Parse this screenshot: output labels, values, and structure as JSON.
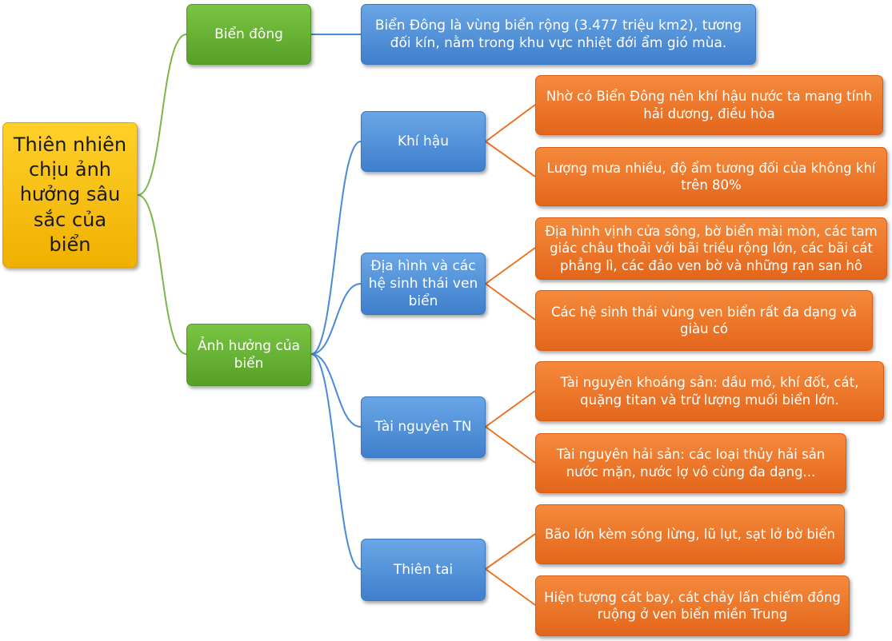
{
  "root": {
    "label": "Thiên nhiên chịu ảnh hưởng sâu sắc của biển"
  },
  "branches": [
    {
      "label": "Biển đông",
      "children": [
        {
          "label": "Biển Đông là vùng biển rộng (3.477 triệu km2), tương đối kín, nằm trong khu vực nhiệt đới ẩm gió mùa."
        }
      ]
    },
    {
      "label": "Ảnh hưởng của biển",
      "children": [
        {
          "label": "Khí hậu",
          "children": [
            {
              "label": "Nhờ có Biển Đông nên khí hậu nước ta mang tính hải dương, điều hòa"
            },
            {
              "label": "Lượng mưa nhiều, độ ẩm tương đối của không khí trên 80%"
            }
          ]
        },
        {
          "label": "Địa hình và các hệ sinh thái ven biển",
          "children": [
            {
              "label": "Địa hình vịnh cửa sông, bờ biển mài mòn, các tam giác châu thoải với bãi triều rộng lớn, các bãi cát phẳng lì, các đảo ven bờ và những rạn san hô"
            },
            {
              "label": "Các hệ sinh thái vùng ven biển rất đa dạng và giàu có"
            }
          ]
        },
        {
          "label": "Tài nguyên TN",
          "children": [
            {
              "label": "Tài nguyên khoáng sản: dầu mỏ, khí đốt, cát, quặng titan và trữ lượng muối biển lớn."
            },
            {
              "label": "Tài nguyên hải sản: các loại thủy hải sản nước mặn, nước lợ vô cùng đa dạng..."
            }
          ]
        },
        {
          "label": "Thiên tai",
          "children": [
            {
              "label": "Bão lớn kèm sóng lừng, lũ lụt, sạt lở bờ biển"
            },
            {
              "label": "Hiện tượng cát bay, cát chảy lấn chiếm đồng ruộng ở ven biển miền Trung"
            }
          ]
        }
      ]
    }
  ],
  "colors": {
    "root": "#f5c000",
    "level1": "#62ad32",
    "level2": "#4a8ad6",
    "leaf": "#eb7327",
    "link_green": "#7ab648",
    "link_blue": "#4a8ad6",
    "link_orange": "#eb7327"
  }
}
